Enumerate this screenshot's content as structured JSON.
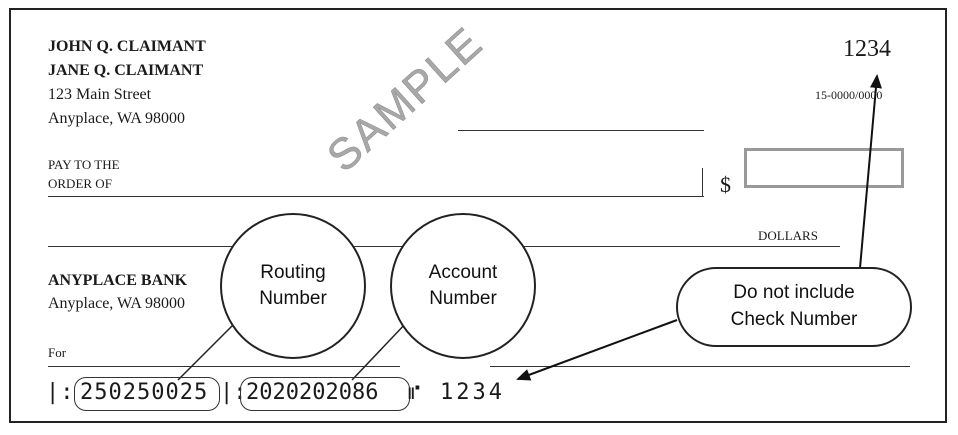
{
  "payer": {
    "name1": "JOHN Q. CLAIMANT",
    "name2": "JANE Q. CLAIMANT",
    "street": "123 Main Street",
    "city": "Anyplace, WA 98000"
  },
  "check_number": "1234",
  "fraction_code": "15-0000/0000",
  "pay_to_line1": "PAY TO THE",
  "pay_to_line2": "ORDER OF",
  "dollar_sign": "$",
  "dollars_label": "DOLLARS",
  "watermark": "SAMPLE",
  "bank": {
    "name": "ANYPLACE BANK",
    "city": "Anyplace, WA 98000"
  },
  "memo_label": "For",
  "micr": {
    "routing_symbol": "|:",
    "routing": "250250025",
    "separator": "|:",
    "account": "2020202086",
    "account_end": "⑈",
    "check": "1234"
  },
  "callouts": {
    "routing_line1": "Routing",
    "routing_line2": "Number",
    "account_line1": "Account",
    "account_line2": "Number",
    "check_line1": "Do not include",
    "check_line2": "Check Number"
  },
  "colors": {
    "ink": "#1a1a1a",
    "amount_box_border": "#999999",
    "watermark": "#9a9a9a"
  }
}
